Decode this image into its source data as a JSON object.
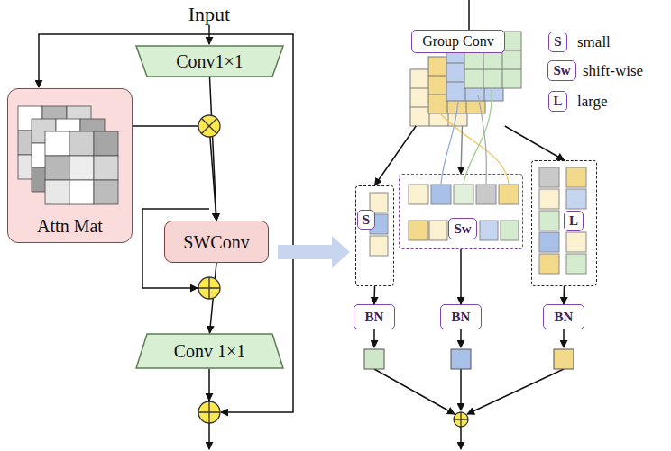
{
  "diagram": {
    "nodes": [
      {
        "text": [
          "Conv1×1"
        ]
      },
      {
        "text": [
          "Attn Mat"
        ]
      },
      {
        "text": [
          "SWConv"
        ]
      },
      {
        "text": [
          "Conv 1×1"
        ]
      },
      {
        "text": [
          "Group Conv"
        ]
      },
      {
        "text": [
          "S"
        ]
      },
      {
        "text": [
          "Sw"
        ]
      },
      {
        "text": [
          "L"
        ]
      },
      {
        "text": [
          "S"
        ]
      },
      {
        "text": [
          "Sw"
        ]
      },
      {
        "text": [
          "L"
        ]
      },
      {
        "text": [
          "BN"
        ]
      },
      {
        "text": [
          "BN"
        ]
      },
      {
        "text": [
          "BN"
        ]
      }
    ],
    "edges": [
      {
        "from": 0,
        "to": 2,
        "arrow": "to"
      },
      {
        "from": 1,
        "to": 2,
        "arrow": "to"
      },
      {
        "from": 2,
        "to": 3,
        "arrow": "to"
      },
      {
        "from": 4,
        "to": 8,
        "arrow": "to"
      },
      {
        "from": 4,
        "to": 9,
        "arrow": "to"
      },
      {
        "from": 4,
        "to": 10,
        "arrow": "to"
      },
      {
        "from": 8,
        "to": 11,
        "arrow": "to"
      },
      {
        "from": 9,
        "to": 12,
        "arrow": "to"
      },
      {
        "from": 10,
        "to": 13,
        "arrow": "to"
      }
    ],
    "labels": [
      "Input"
    ],
    "legend": [
      {
        "text": "small"
      },
      {
        "text": "shift-wise"
      },
      {
        "text": "large"
      }
    ]
  }
}
